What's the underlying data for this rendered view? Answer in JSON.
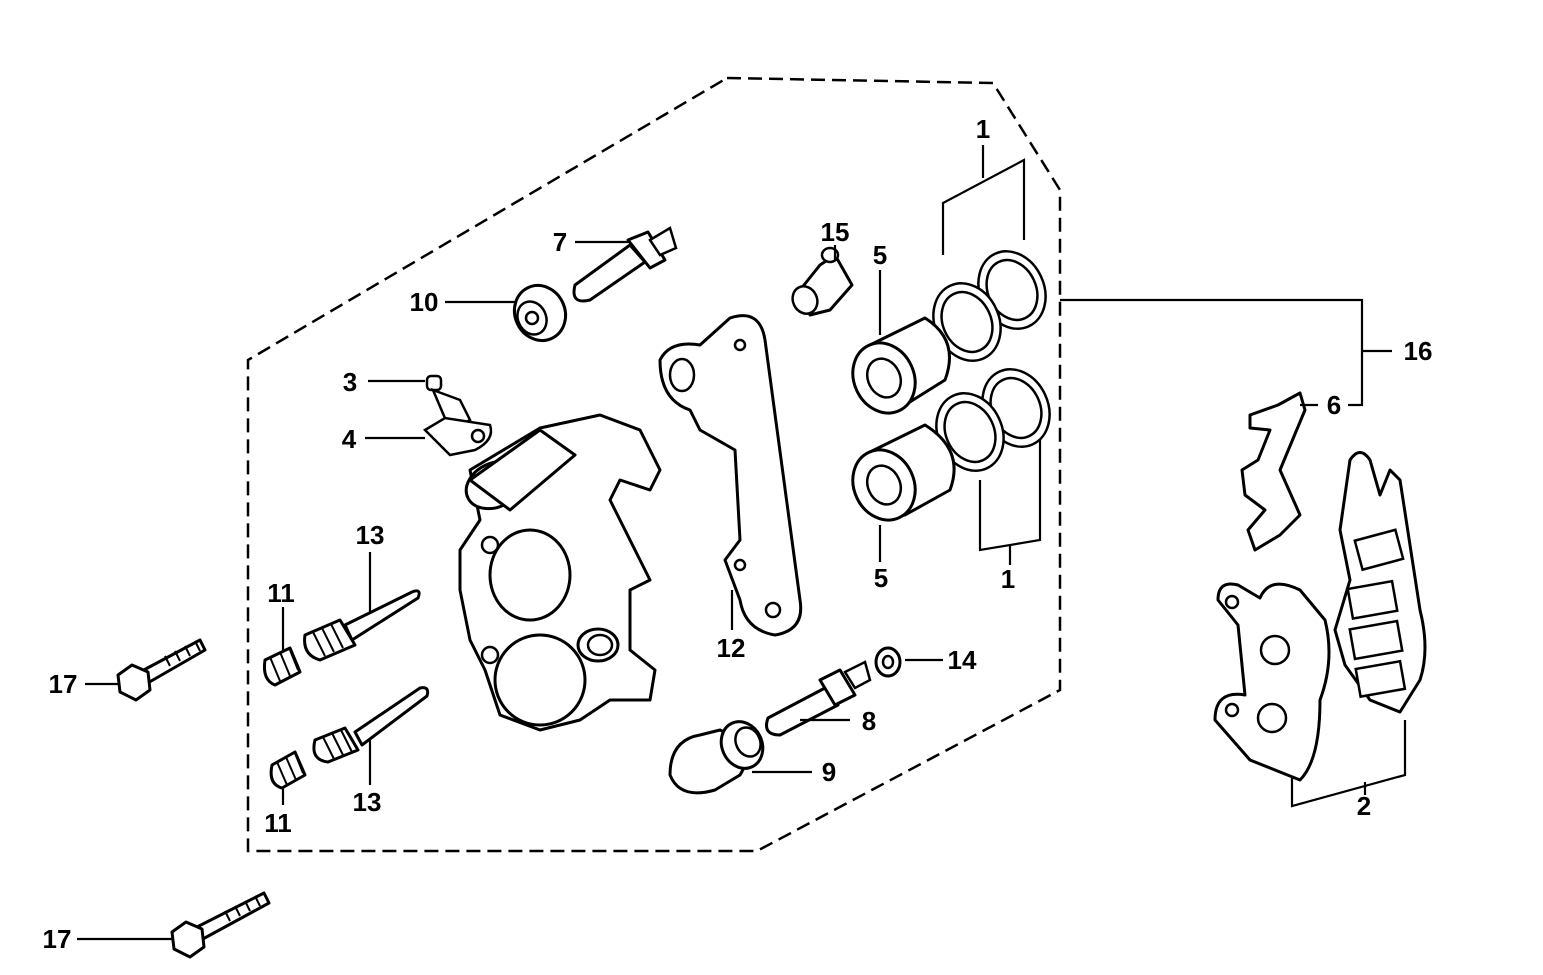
{
  "labels": {
    "l1a": "1",
    "l1b": "1",
    "l2": "2",
    "l3": "3",
    "l4": "4",
    "l5a": "5",
    "l5b": "5",
    "l6": "6",
    "l7": "7",
    "l8": "8",
    "l9": "9",
    "l10": "10",
    "l11a": "11",
    "l11b": "11",
    "l12": "12",
    "l13a": "13",
    "l13b": "13",
    "l14": "14",
    "l15": "15",
    "l16": "16",
    "l17a": "17",
    "l17b": "17"
  }
}
